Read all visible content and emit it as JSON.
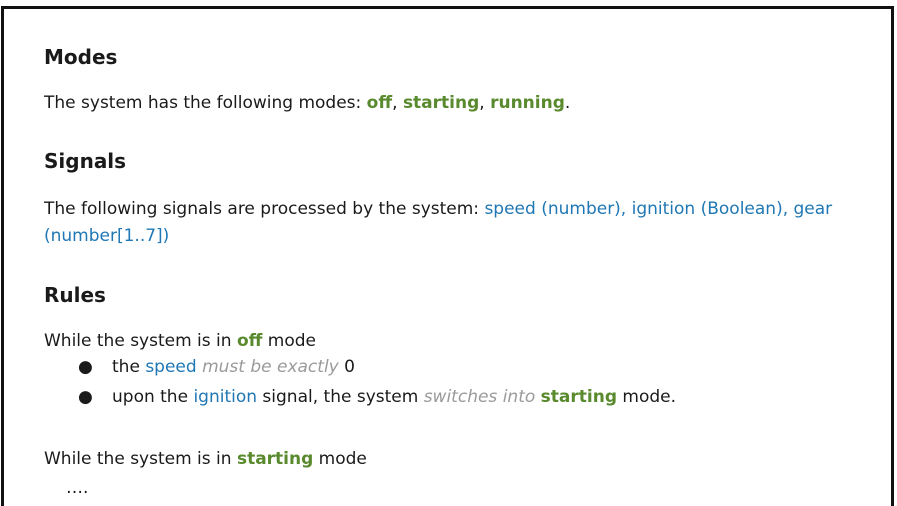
{
  "sections": {
    "modes": {
      "heading": "Modes",
      "intro": "The system has the following modes: ",
      "mode_off": "off",
      "sep1": ", ",
      "mode_starting": "starting",
      "sep2": ", ",
      "mode_running": "running",
      "end": "."
    },
    "signals": {
      "heading": "Signals",
      "intro": "The following signals are processed by the system: ",
      "list_line1": "speed (number), ignition (Boolean), gear",
      "list_line2": "(number[1..7])"
    },
    "rules": {
      "heading": "Rules",
      "rule1": {
        "prefix": "While the system is in ",
        "mode": "off",
        "suffix": " mode",
        "bullets": [
          {
            "t1": "the ",
            "signal": "speed",
            "t2": " ",
            "keyword": "must be exactly",
            "t3": " 0"
          },
          {
            "t1": "upon the ",
            "signal": "ignition",
            "t2": " signal, the system ",
            "keyword": "switches into",
            "t3": " ",
            "mode": "starting",
            "t4": " mode."
          }
        ]
      },
      "rule2": {
        "prefix": "While the system is in ",
        "mode": "starting",
        "suffix": " mode"
      },
      "ellipsis": "…."
    }
  },
  "colors": {
    "mode": "#5a8a2e",
    "signal": "#1f77b4",
    "keyword": "#9a9a9a"
  }
}
